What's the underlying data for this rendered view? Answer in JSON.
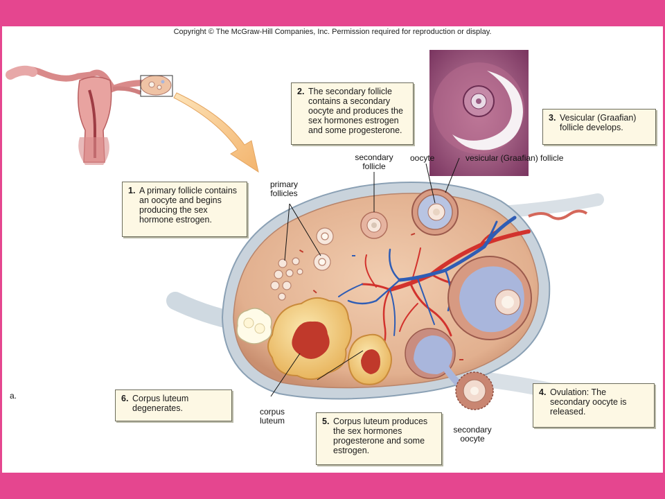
{
  "copyright": "Copyright © The McGraw-Hill Companies, Inc. Permission required for reproduction or display.",
  "figure_letter": "a.",
  "colors": {
    "frame_magenta": "#e5468f",
    "ovary_tissue": "#e6b89a",
    "ovary_capsule": "#c9d3dc",
    "artery": "#d2322d",
    "vein": "#2f5db5",
    "corpus_luteum": "#f2d186",
    "antrum": "#a9b6dc",
    "callout_bg": "#fdf8e4"
  },
  "steps": [
    {
      "num": "1.",
      "text": "A primary follicle contains an oocyte and begins producing the sex hormone estrogen."
    },
    {
      "num": "2.",
      "text": "The secondary follicle contains a secondary oocyte and produces the sex hormones estrogen and some progesterone."
    },
    {
      "num": "3.",
      "text": "Vesicular (Graafian) follicle develops."
    },
    {
      "num": "4.",
      "text": "Ovulation: The secondary oocyte is released."
    },
    {
      "num": "5.",
      "text": "Corpus luteum produces the sex hormones progesterone and some estrogen."
    },
    {
      "num": "6.",
      "text": "Corpus luteum degenerates."
    }
  ],
  "labels": {
    "primary_follicles": "primary follicles",
    "secondary_follicle": "secondary follicle",
    "oocyte": "oocyte",
    "vesicular_follicle": "vesicular (Graafian) follicle",
    "corpus_luteum": "corpus luteum",
    "secondary_oocyte": "secondary oocyte"
  }
}
